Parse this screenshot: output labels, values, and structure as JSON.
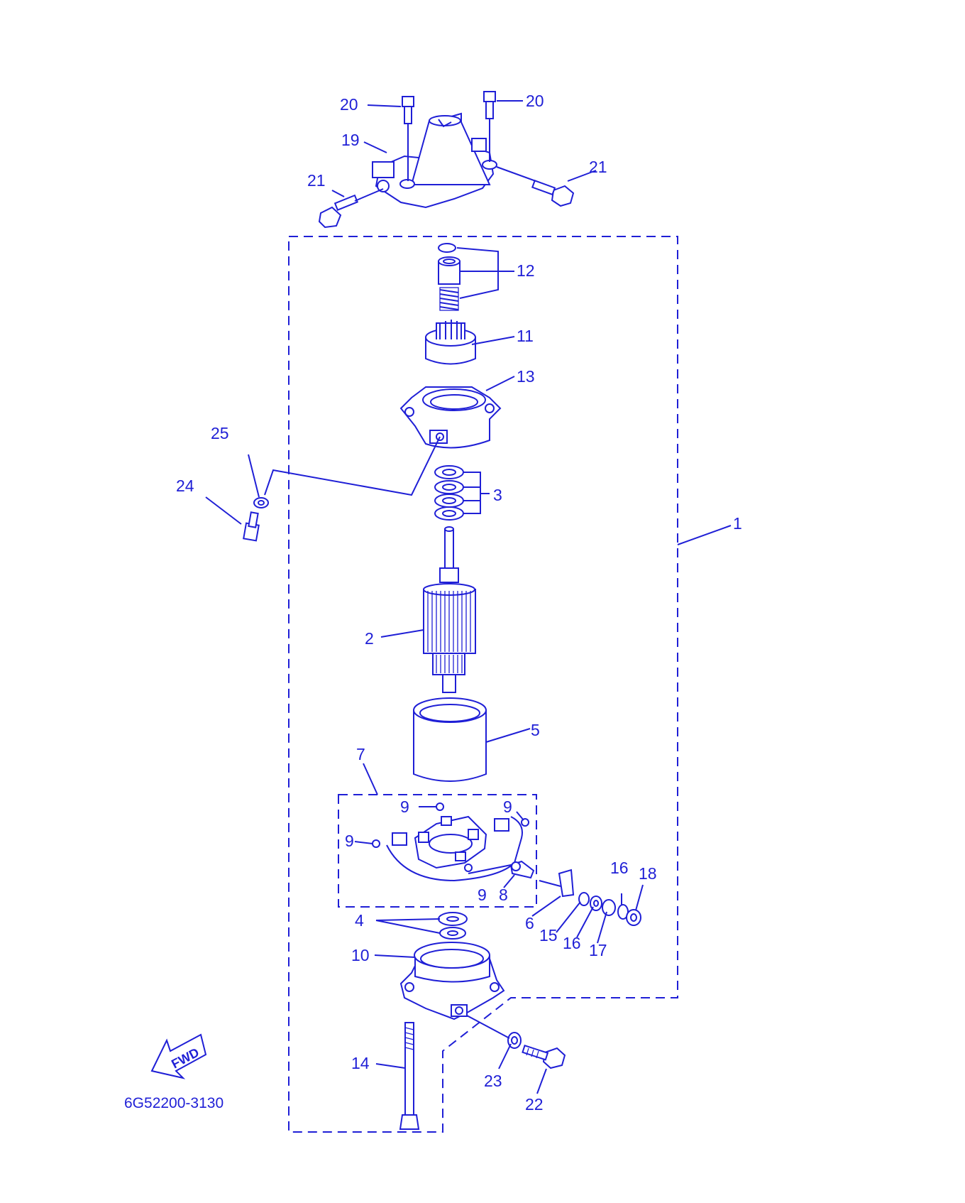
{
  "diagram": {
    "ink_color": "#1f1fd6",
    "background": "#ffffff",
    "drawing_code": "6G52200-3130",
    "fwd_label": "FWD",
    "callouts": [
      "1",
      "2",
      "3",
      "4",
      "5",
      "6",
      "7",
      "8",
      "9",
      "10",
      "11",
      "12",
      "13",
      "14",
      "15",
      "16",
      "17",
      "18",
      "19",
      "20",
      "21",
      "22",
      "23",
      "24",
      "25"
    ]
  }
}
